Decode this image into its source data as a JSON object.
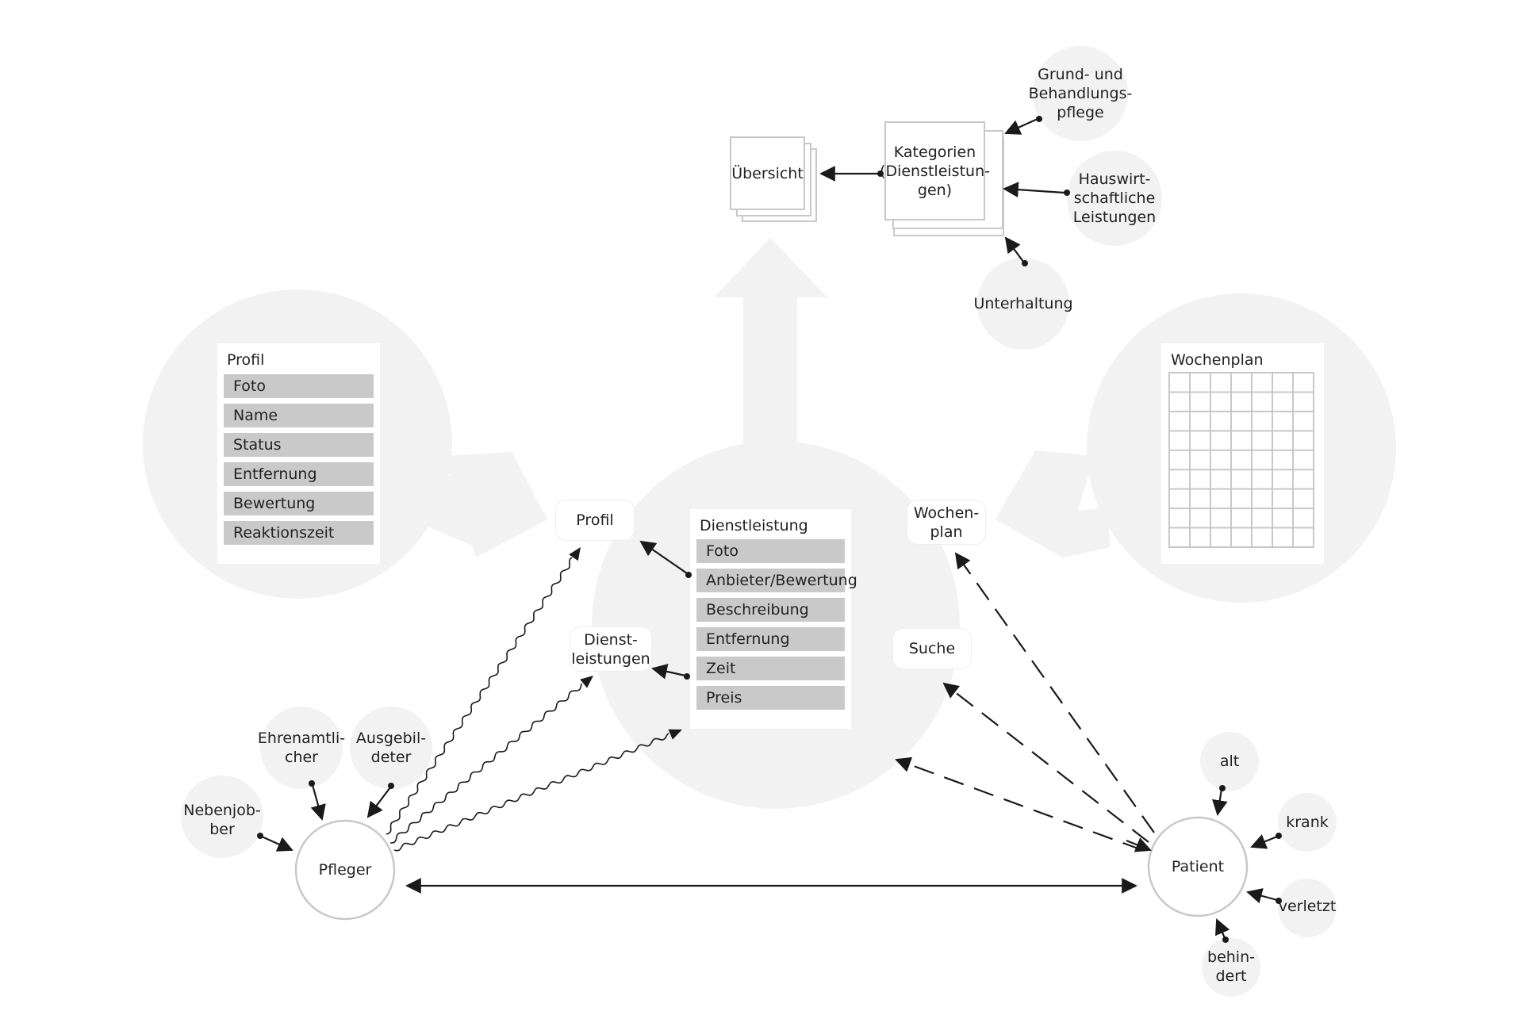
{
  "overview": {
    "label": "Übersicht"
  },
  "categories": {
    "label": "Kategorien\n(Dienstleistun-\ngen)",
    "items": [
      {
        "label": "Grund- und\nBehandlungs-\npflege"
      },
      {
        "label": "Hauswirt-\nschaftliche\nLeistungen"
      },
      {
        "label": "Unterhaltung"
      }
    ]
  },
  "profile_card": {
    "title": "Profil",
    "fields": [
      "Foto",
      "Name",
      "Status",
      "Entfernung",
      "Bewertung",
      "Reaktionszeit"
    ]
  },
  "weekplan_card": {
    "title": "Wochenplan"
  },
  "center": {
    "profil_label": "Profil",
    "dienstleistungen_label": "Dienst-\nleistungen",
    "wochenplan_label": "Wochen-\nplan",
    "suche_label": "Suche"
  },
  "service_card": {
    "title": "Dienstleistung",
    "fields": [
      "Foto",
      "Anbieter/Bewertung",
      "Beschreibung",
      "Entfernung",
      "Zeit",
      "Preis"
    ]
  },
  "caregiver": {
    "label": "Pfleger",
    "types": [
      {
        "label": "Nebenjob-\nber"
      },
      {
        "label": "Ehrenamtli-\ncher"
      },
      {
        "label": "Ausgebil-\ndeter"
      }
    ]
  },
  "patient": {
    "label": "Patient",
    "types": [
      {
        "label": "alt"
      },
      {
        "label": "krank"
      },
      {
        "label": "verletzt"
      },
      {
        "label": "behin-\ndert"
      }
    ]
  },
  "colors": {
    "bubble": "#f2f2f2",
    "field": "#c9c9c9",
    "line": "#1a1a1a",
    "outline": "#c8c8c8"
  }
}
